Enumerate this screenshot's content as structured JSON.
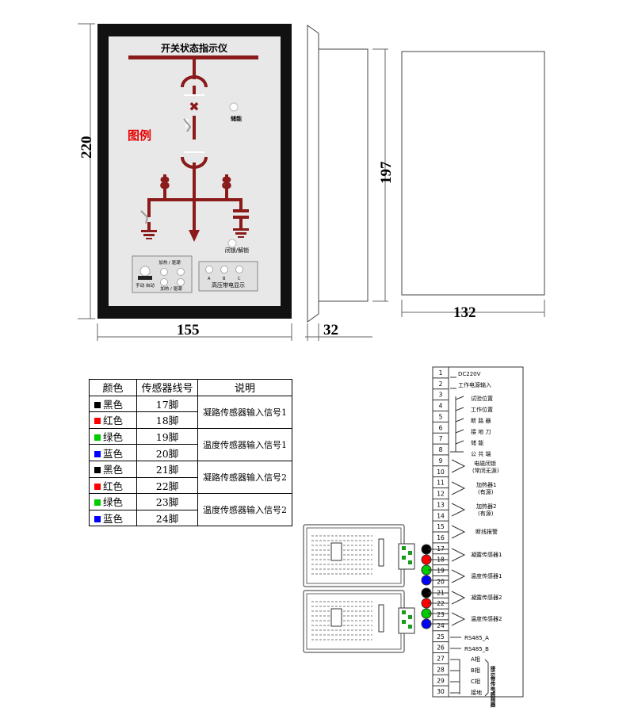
{
  "panel": {
    "title": "开关状态指示仪",
    "legend_label": "图例",
    "storage_label": "储能",
    "close_open_label": "闭锁/解锁",
    "heat_label": "加热",
    "dehum_label": "驱潮",
    "manual_auto_label": "手动 自动",
    "phase_a": "A",
    "phase_b": "B",
    "phase_c": "C",
    "hv_label": "高压带电显示"
  },
  "dimensions": {
    "front_height": "220",
    "front_width": "155",
    "side_depth": "32",
    "back_height": "197",
    "back_width": "132"
  },
  "legend_table": {
    "headers": [
      "颜色",
      "传感器线号",
      "说明"
    ],
    "rows": [
      {
        "color_name": "黑色",
        "color": "#000000",
        "pin": "17脚"
      },
      {
        "color_name": "红色",
        "color": "#ff0000",
        "pin": "18脚"
      },
      {
        "color_name": "绿色",
        "color": "#00cc00",
        "pin": "19脚"
      },
      {
        "color_name": "蓝色",
        "color": "#0000ff",
        "pin": "20脚"
      },
      {
        "color_name": "黑色",
        "color": "#000000",
        "pin": "21脚"
      },
      {
        "color_name": "红色",
        "color": "#ff0000",
        "pin": "22脚"
      },
      {
        "color_name": "绿色",
        "color": "#00cc00",
        "pin": "23脚"
      },
      {
        "color_name": "蓝色",
        "color": "#0000ff",
        "pin": "24脚"
      }
    ],
    "desc": [
      "凝路传感器输入信号1",
      "温度传感器输入信号1",
      "凝路传感器输入信号2",
      "温度传感器输入信号2"
    ]
  },
  "terminal": {
    "pins": [
      "1",
      "2",
      "3",
      "4",
      "5",
      "6",
      "7",
      "8",
      "9",
      "10",
      "11",
      "12",
      "13",
      "14",
      "15",
      "16",
      "17",
      "18",
      "19",
      "20",
      "21",
      "22",
      "23",
      "24",
      "25",
      "26",
      "27",
      "28",
      "29",
      "30"
    ],
    "labels": {
      "dc": "DC220V",
      "work_power": "工作电源输入",
      "test_pos": "试验位置",
      "work_pos": "工作位置",
      "breaker": "断 路 器",
      "ground_knife": "接 地 刀",
      "storage": "储    能",
      "common": "公 共 端",
      "em_lock": "电磁闭锁",
      "em_lock_sub": "(常闭无源)",
      "heater1": "加热器1",
      "heater1_sub": "(有源)",
      "heater2": "加热器2",
      "heater2_sub": "(有源)",
      "break_alarm": "断线报警",
      "cond_sensor1": "凝露传感器1",
      "temp_sensor1": "温度传感器1",
      "cond_sensor2": "凝露传感器2",
      "temp_sensor2": "温度传感器2",
      "rs485a": "RS485_A",
      "rs485b": "RS485_B",
      "phase_a": "A相",
      "phase_b": "B相",
      "phase_c": "C相",
      "ground": "接地",
      "hv_indicator": "接示带传电感指器"
    }
  },
  "colors": {
    "busbar": "#8b1a1a",
    "legend_red": "#e60000",
    "frame": "#111111",
    "panel_bg": "#e8e8e8"
  }
}
